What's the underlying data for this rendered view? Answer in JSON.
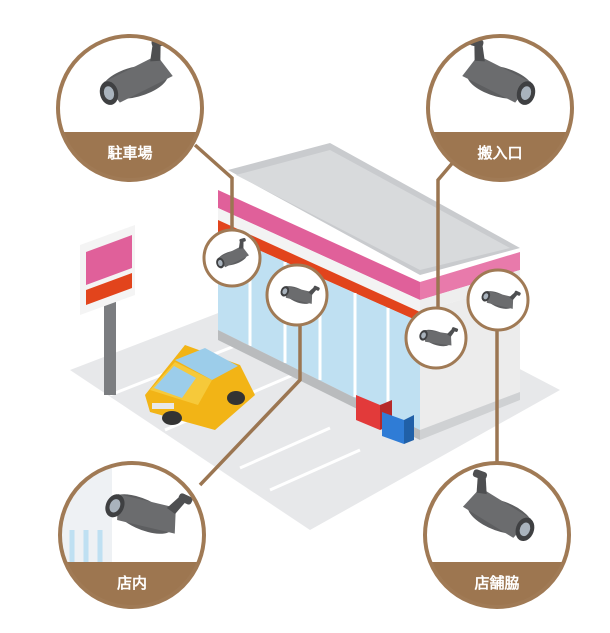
{
  "labels": {
    "parking": "駐車場",
    "loading": "搬入口",
    "inside": "店内",
    "storefront": "店舗脇"
  },
  "colors": {
    "ring": "#a07a55",
    "label_band": "#9d7650",
    "connector": "#9b7652",
    "camera_body": "#5d5e60",
    "sign_pink": "#e0609a",
    "stripe_red": "#e2441c",
    "car_yellow": "#f2b416"
  },
  "icons": [
    "security-camera-icon"
  ]
}
